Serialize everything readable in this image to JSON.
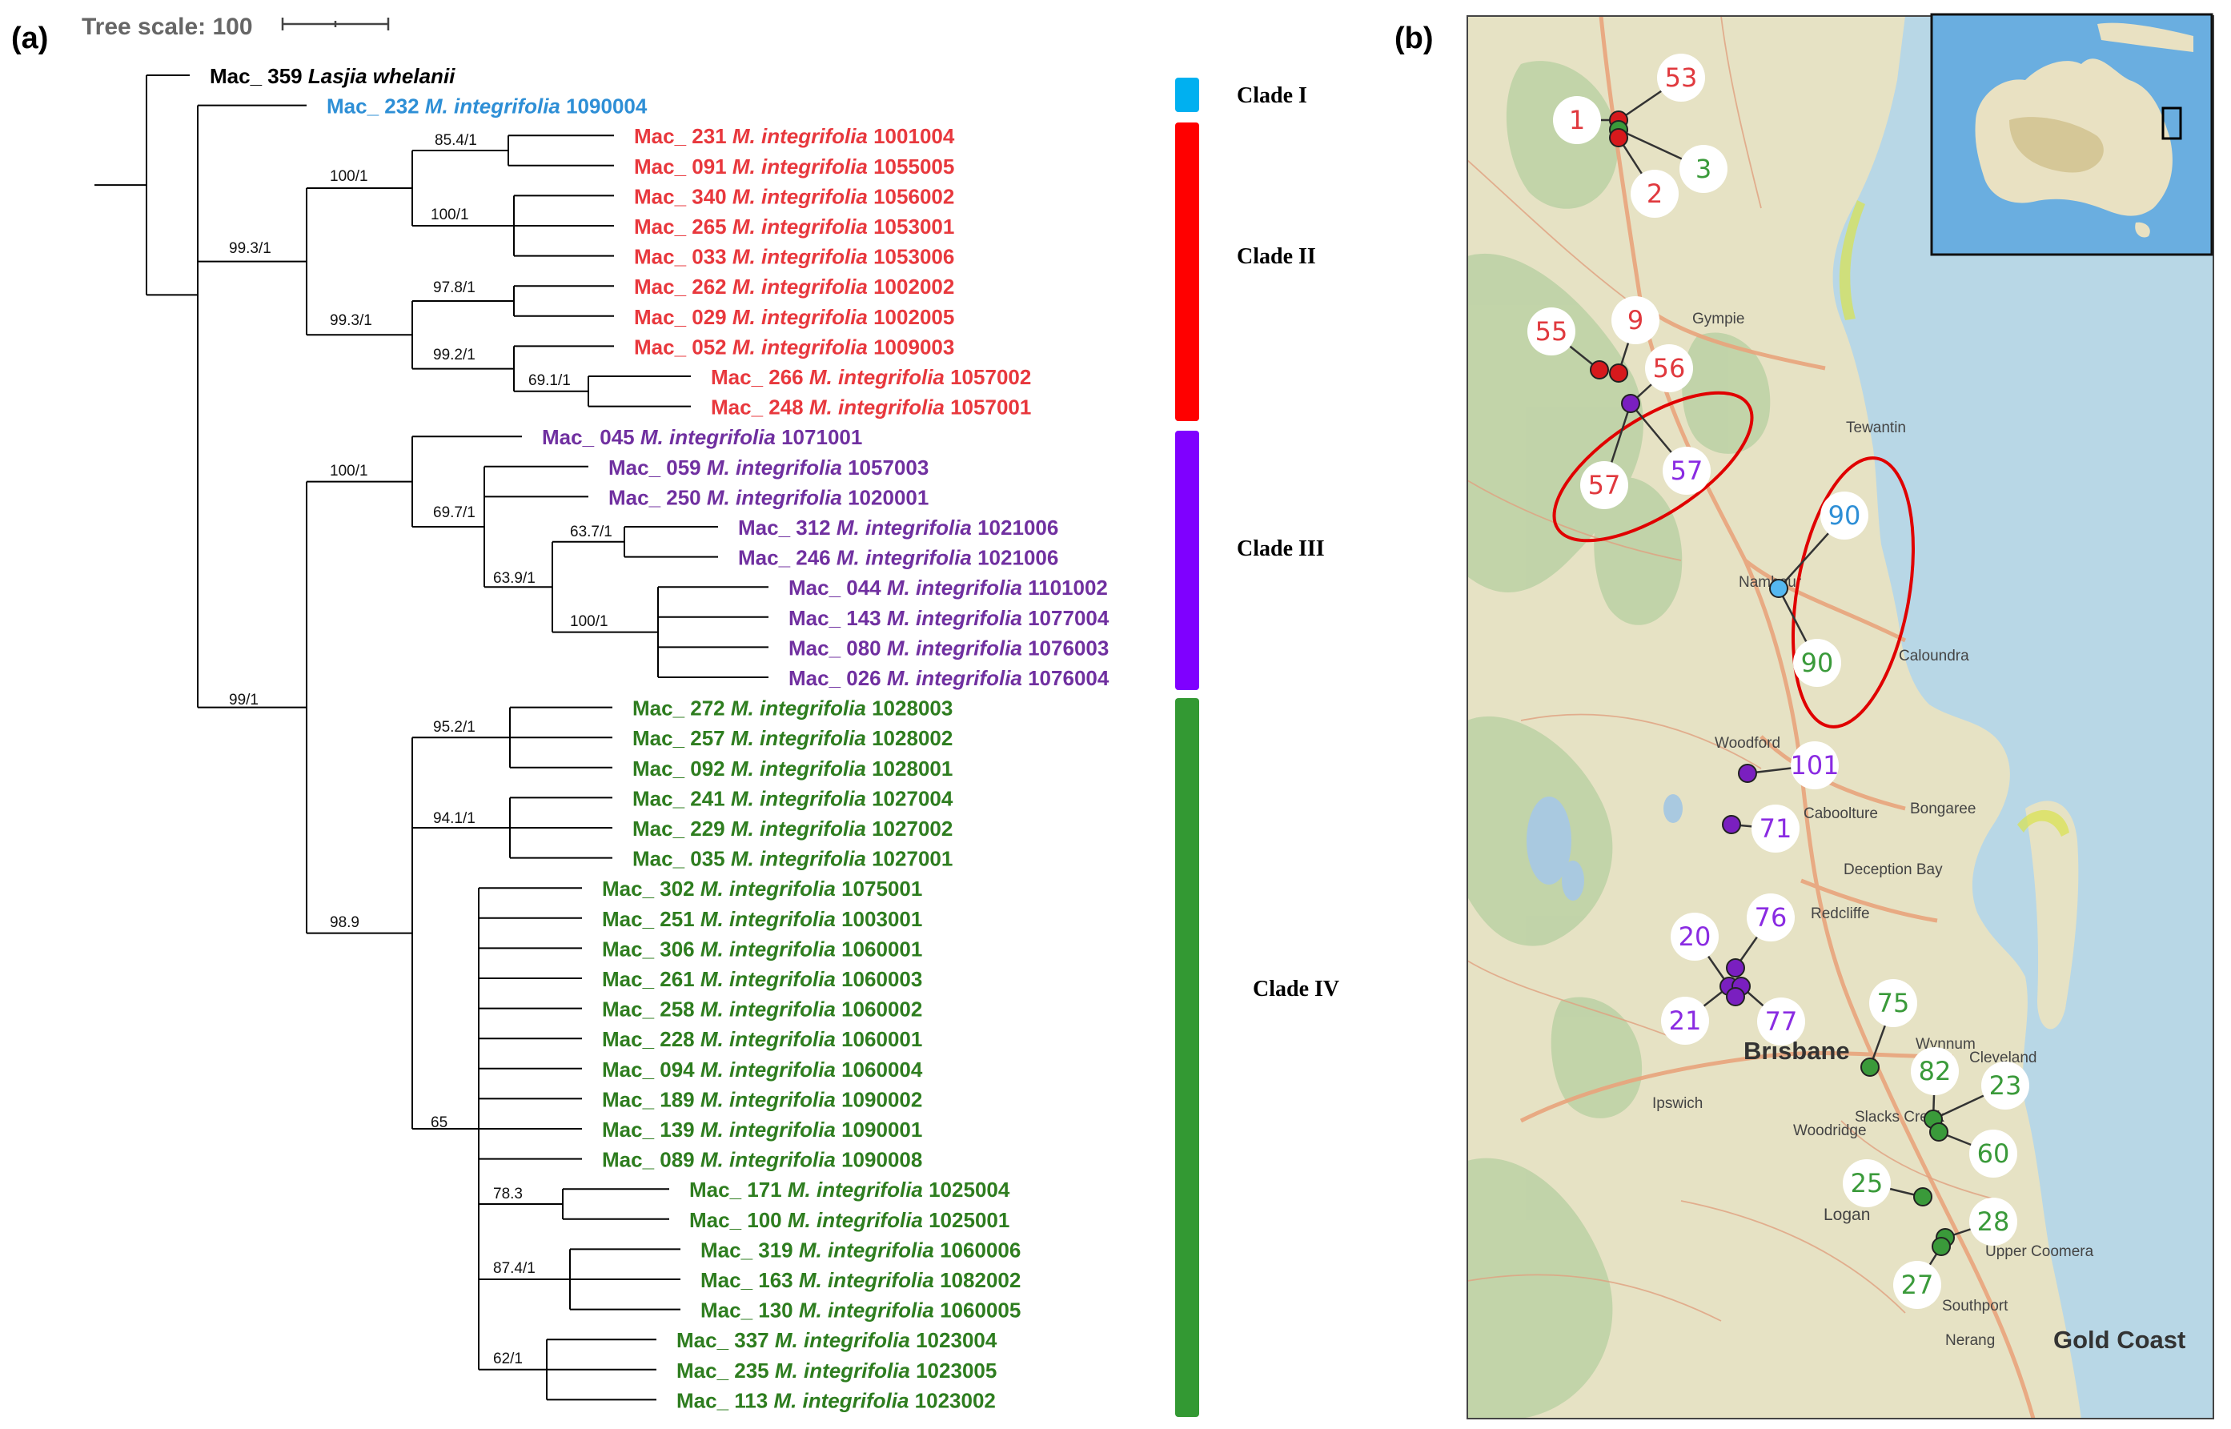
{
  "panel_a": {
    "panel_label": "(a)",
    "tree_scale_label": "Tree scale: 100",
    "clade_labels": [
      "Clade I",
      "Clade II",
      "Clade III",
      "Clade IV"
    ],
    "clade_colors": {
      "I": "#00b0f0",
      "II": "#ff0000",
      "III": "#7f00ff",
      "IV": "#339933"
    },
    "text_colors": {
      "outgroup": "#000000",
      "I": "#2e8fd6",
      "II": "#e8383d",
      "III": "#7030a0",
      "IV": "#2e7d1f"
    },
    "support_values": [
      "85.4/1",
      "100/1",
      "100/1",
      "99.3/1",
      "97.8/1",
      "99.3/1",
      "99.2/1",
      "69.1/1",
      "100/1",
      "69.7/1",
      "63.7/1",
      "63.9/1",
      "100/1",
      "99/1",
      "95.2/1",
      "94.1/1",
      "98.9",
      "65",
      "78.3",
      "87.4/1",
      "62/1"
    ],
    "taxa": [
      {
        "clade": "outgroup",
        "id": "Mac_ 359",
        "species": "Lasjia whelanii",
        "acc": ""
      },
      {
        "clade": "I",
        "id": "Mac_ 232",
        "species": "M. integrifolia",
        "acc": "1090004"
      },
      {
        "clade": "II",
        "id": "Mac_ 231",
        "species": "M. integrifolia",
        "acc": "1001004"
      },
      {
        "clade": "II",
        "id": "Mac_ 091",
        "species": "M. integrifolia",
        "acc": "1055005"
      },
      {
        "clade": "II",
        "id": "Mac_ 340",
        "species": "M. integrifolia",
        "acc": "1056002"
      },
      {
        "clade": "II",
        "id": "Mac_ 265",
        "species": "M. integrifolia",
        "acc": "1053001"
      },
      {
        "clade": "II",
        "id": "Mac_ 033",
        "species": "M. integrifolia",
        "acc": "1053006"
      },
      {
        "clade": "II",
        "id": "Mac_ 262",
        "species": "M. integrifolia",
        "acc": "1002002"
      },
      {
        "clade": "II",
        "id": "Mac_ 029",
        "species": "M. integrifolia",
        "acc": "1002005"
      },
      {
        "clade": "II",
        "id": "Mac_ 052",
        "species": "M. integrifolia",
        "acc": "1009003"
      },
      {
        "clade": "II",
        "id": "Mac_ 266",
        "species": "M. integrifolia",
        "acc": "1057002"
      },
      {
        "clade": "II",
        "id": "Mac_ 248",
        "species": "M. integrifolia",
        "acc": "1057001"
      },
      {
        "clade": "III",
        "id": "Mac_ 045",
        "species": "M. integrifolia",
        "acc": "1071001"
      },
      {
        "clade": "III",
        "id": "Mac_ 059",
        "species": "M. integrifolia",
        "acc": "1057003"
      },
      {
        "clade": "III",
        "id": "Mac_ 250",
        "species": "M. integrifolia",
        "acc": "1020001"
      },
      {
        "clade": "III",
        "id": "Mac_ 312",
        "species": "M. integrifolia",
        "acc": "1021006"
      },
      {
        "clade": "III",
        "id": "Mac_ 246",
        "species": "M. integrifolia",
        "acc": "1021006"
      },
      {
        "clade": "III",
        "id": "Mac_ 044",
        "species": "M. integrifolia",
        "acc": "1101002"
      },
      {
        "clade": "III",
        "id": "Mac_ 143",
        "species": "M. integrifolia",
        "acc": "1077004"
      },
      {
        "clade": "III",
        "id": "Mac_ 080",
        "species": "M. integrifolia",
        "acc": "1076003"
      },
      {
        "clade": "III",
        "id": "Mac_ 026",
        "species": "M. integrifolia",
        "acc": "1076004"
      },
      {
        "clade": "IV",
        "id": "Mac_ 272",
        "species": "M. integrifolia",
        "acc": "1028003"
      },
      {
        "clade": "IV",
        "id": "Mac_ 257",
        "species": "M. integrifolia",
        "acc": "1028002"
      },
      {
        "clade": "IV",
        "id": "Mac_ 092",
        "species": "M. integrifolia",
        "acc": "1028001"
      },
      {
        "clade": "IV",
        "id": "Mac_ 241",
        "species": "M. integrifolia",
        "acc": "1027004"
      },
      {
        "clade": "IV",
        "id": "Mac_ 229",
        "species": "M. integrifolia",
        "acc": "1027002"
      },
      {
        "clade": "IV",
        "id": "Mac_ 035",
        "species": "M. integrifolia",
        "acc": "1027001"
      },
      {
        "clade": "IV",
        "id": "Mac_ 302",
        "species": "M. integrifolia",
        "acc": "1075001"
      },
      {
        "clade": "IV",
        "id": "Mac_ 251",
        "species": "M. integrifolia",
        "acc": "1003001"
      },
      {
        "clade": "IV",
        "id": "Mac_ 306",
        "species": "M. integrifolia",
        "acc": "1060001"
      },
      {
        "clade": "IV",
        "id": "Mac_ 261",
        "species": "M. integrifolia",
        "acc": "1060003"
      },
      {
        "clade": "IV",
        "id": "Mac_ 258",
        "species": "M. integrifolia",
        "acc": "1060002"
      },
      {
        "clade": "IV",
        "id": "Mac_ 228",
        "species": "M. integrifolia",
        "acc": "1060001"
      },
      {
        "clade": "IV",
        "id": "Mac_ 094",
        "species": "M. integrifolia",
        "acc": "1060004"
      },
      {
        "clade": "IV",
        "id": "Mac_ 189",
        "species": "M. integrifolia",
        "acc": "1090002"
      },
      {
        "clade": "IV",
        "id": "Mac_ 139",
        "species": "M. integrifolia",
        "acc": "1090001"
      },
      {
        "clade": "IV",
        "id": "Mac_ 089",
        "species": "M. integrifolia",
        "acc": "1090008"
      },
      {
        "clade": "IV",
        "id": "Mac_ 171",
        "species": "M. integrifolia",
        "acc": "1025004"
      },
      {
        "clade": "IV",
        "id": "Mac_ 100",
        "species": "M. integrifolia",
        "acc": "1025001"
      },
      {
        "clade": "IV",
        "id": "Mac_ 319",
        "species": "M. integrifolia",
        "acc": "1060006"
      },
      {
        "clade": "IV",
        "id": "Mac_ 163",
        "species": "M. integrifolia",
        "acc": "1082002"
      },
      {
        "clade": "IV",
        "id": "Mac_ 130",
        "species": "M. integrifolia",
        "acc": "1060005"
      },
      {
        "clade": "IV",
        "id": "Mac_ 337",
        "species": "M. integrifolia",
        "acc": "1023004"
      },
      {
        "clade": "IV",
        "id": "Mac_ 235",
        "species": "M. integrifolia",
        "acc": "1023005"
      },
      {
        "clade": "IV",
        "id": "Mac_ 113",
        "species": "M. integrifolia",
        "acc": "1023002"
      }
    ]
  },
  "panel_b": {
    "panel_label": "(b)",
    "place_names": [
      "Gympie",
      "Tewantin",
      "Nambour",
      "Caloundra",
      "Woodford",
      "Caboolture",
      "Bongaree",
      "Deception Bay",
      "Redcliffe",
      "Brisbane",
      "Wynnum",
      "Cleveland",
      "Ipswich",
      "Woodridge",
      "Slacks Creek",
      "Logan",
      "Upper Coomera",
      "Southport",
      "Nerang",
      "Gold Coast"
    ],
    "map_colors": {
      "land": "#e6e2c4",
      "sea": "#b8d7e6",
      "road": "#e9a47c",
      "forest": "#b5cfa0"
    },
    "site_labels": [
      {
        "num": "53",
        "clade": "II"
      },
      {
        "num": "1",
        "clade": "II"
      },
      {
        "num": "3",
        "clade": "IV"
      },
      {
        "num": "2",
        "clade": "II"
      },
      {
        "num": "9",
        "clade": "II"
      },
      {
        "num": "55",
        "clade": "II"
      },
      {
        "num": "56",
        "clade": "II"
      },
      {
        "num": "57",
        "clade": "II"
      },
      {
        "num": "57",
        "clade": "III"
      },
      {
        "num": "90",
        "clade": "I"
      },
      {
        "num": "90",
        "clade": "IV"
      },
      {
        "num": "101",
        "clade": "III"
      },
      {
        "num": "71",
        "clade": "III"
      },
      {
        "num": "76",
        "clade": "III"
      },
      {
        "num": "20",
        "clade": "III"
      },
      {
        "num": "21",
        "clade": "III"
      },
      {
        "num": "77",
        "clade": "III"
      },
      {
        "num": "75",
        "clade": "IV"
      },
      {
        "num": "82",
        "clade": "IV"
      },
      {
        "num": "23",
        "clade": "IV"
      },
      {
        "num": "60",
        "clade": "IV"
      },
      {
        "num": "25",
        "clade": "IV"
      },
      {
        "num": "28",
        "clade": "IV"
      },
      {
        "num": "27",
        "clade": "IV"
      }
    ]
  }
}
